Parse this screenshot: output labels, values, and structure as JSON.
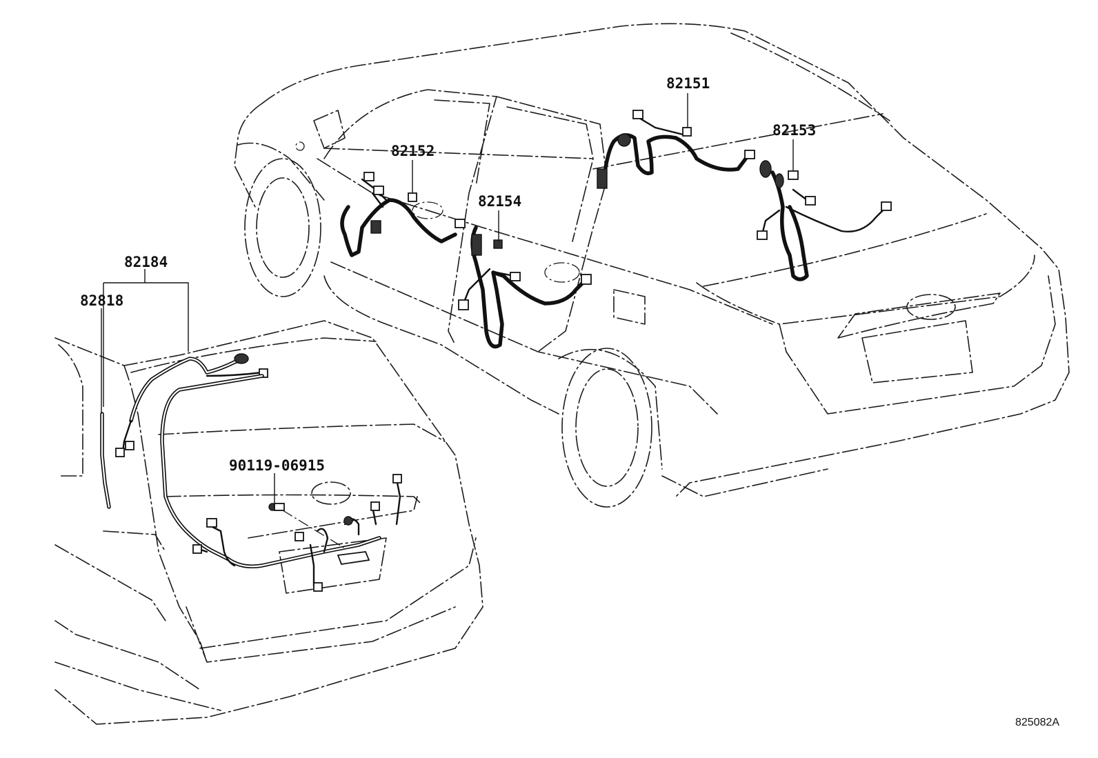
{
  "diagram": {
    "reference_code": "825082A",
    "part_numbers": {
      "p82151": "82151",
      "p82152": "82152",
      "p82153": "82153",
      "p82154": "82154",
      "p82184": "82184",
      "p82818": "82818",
      "p90119": "90119-06915"
    }
  }
}
